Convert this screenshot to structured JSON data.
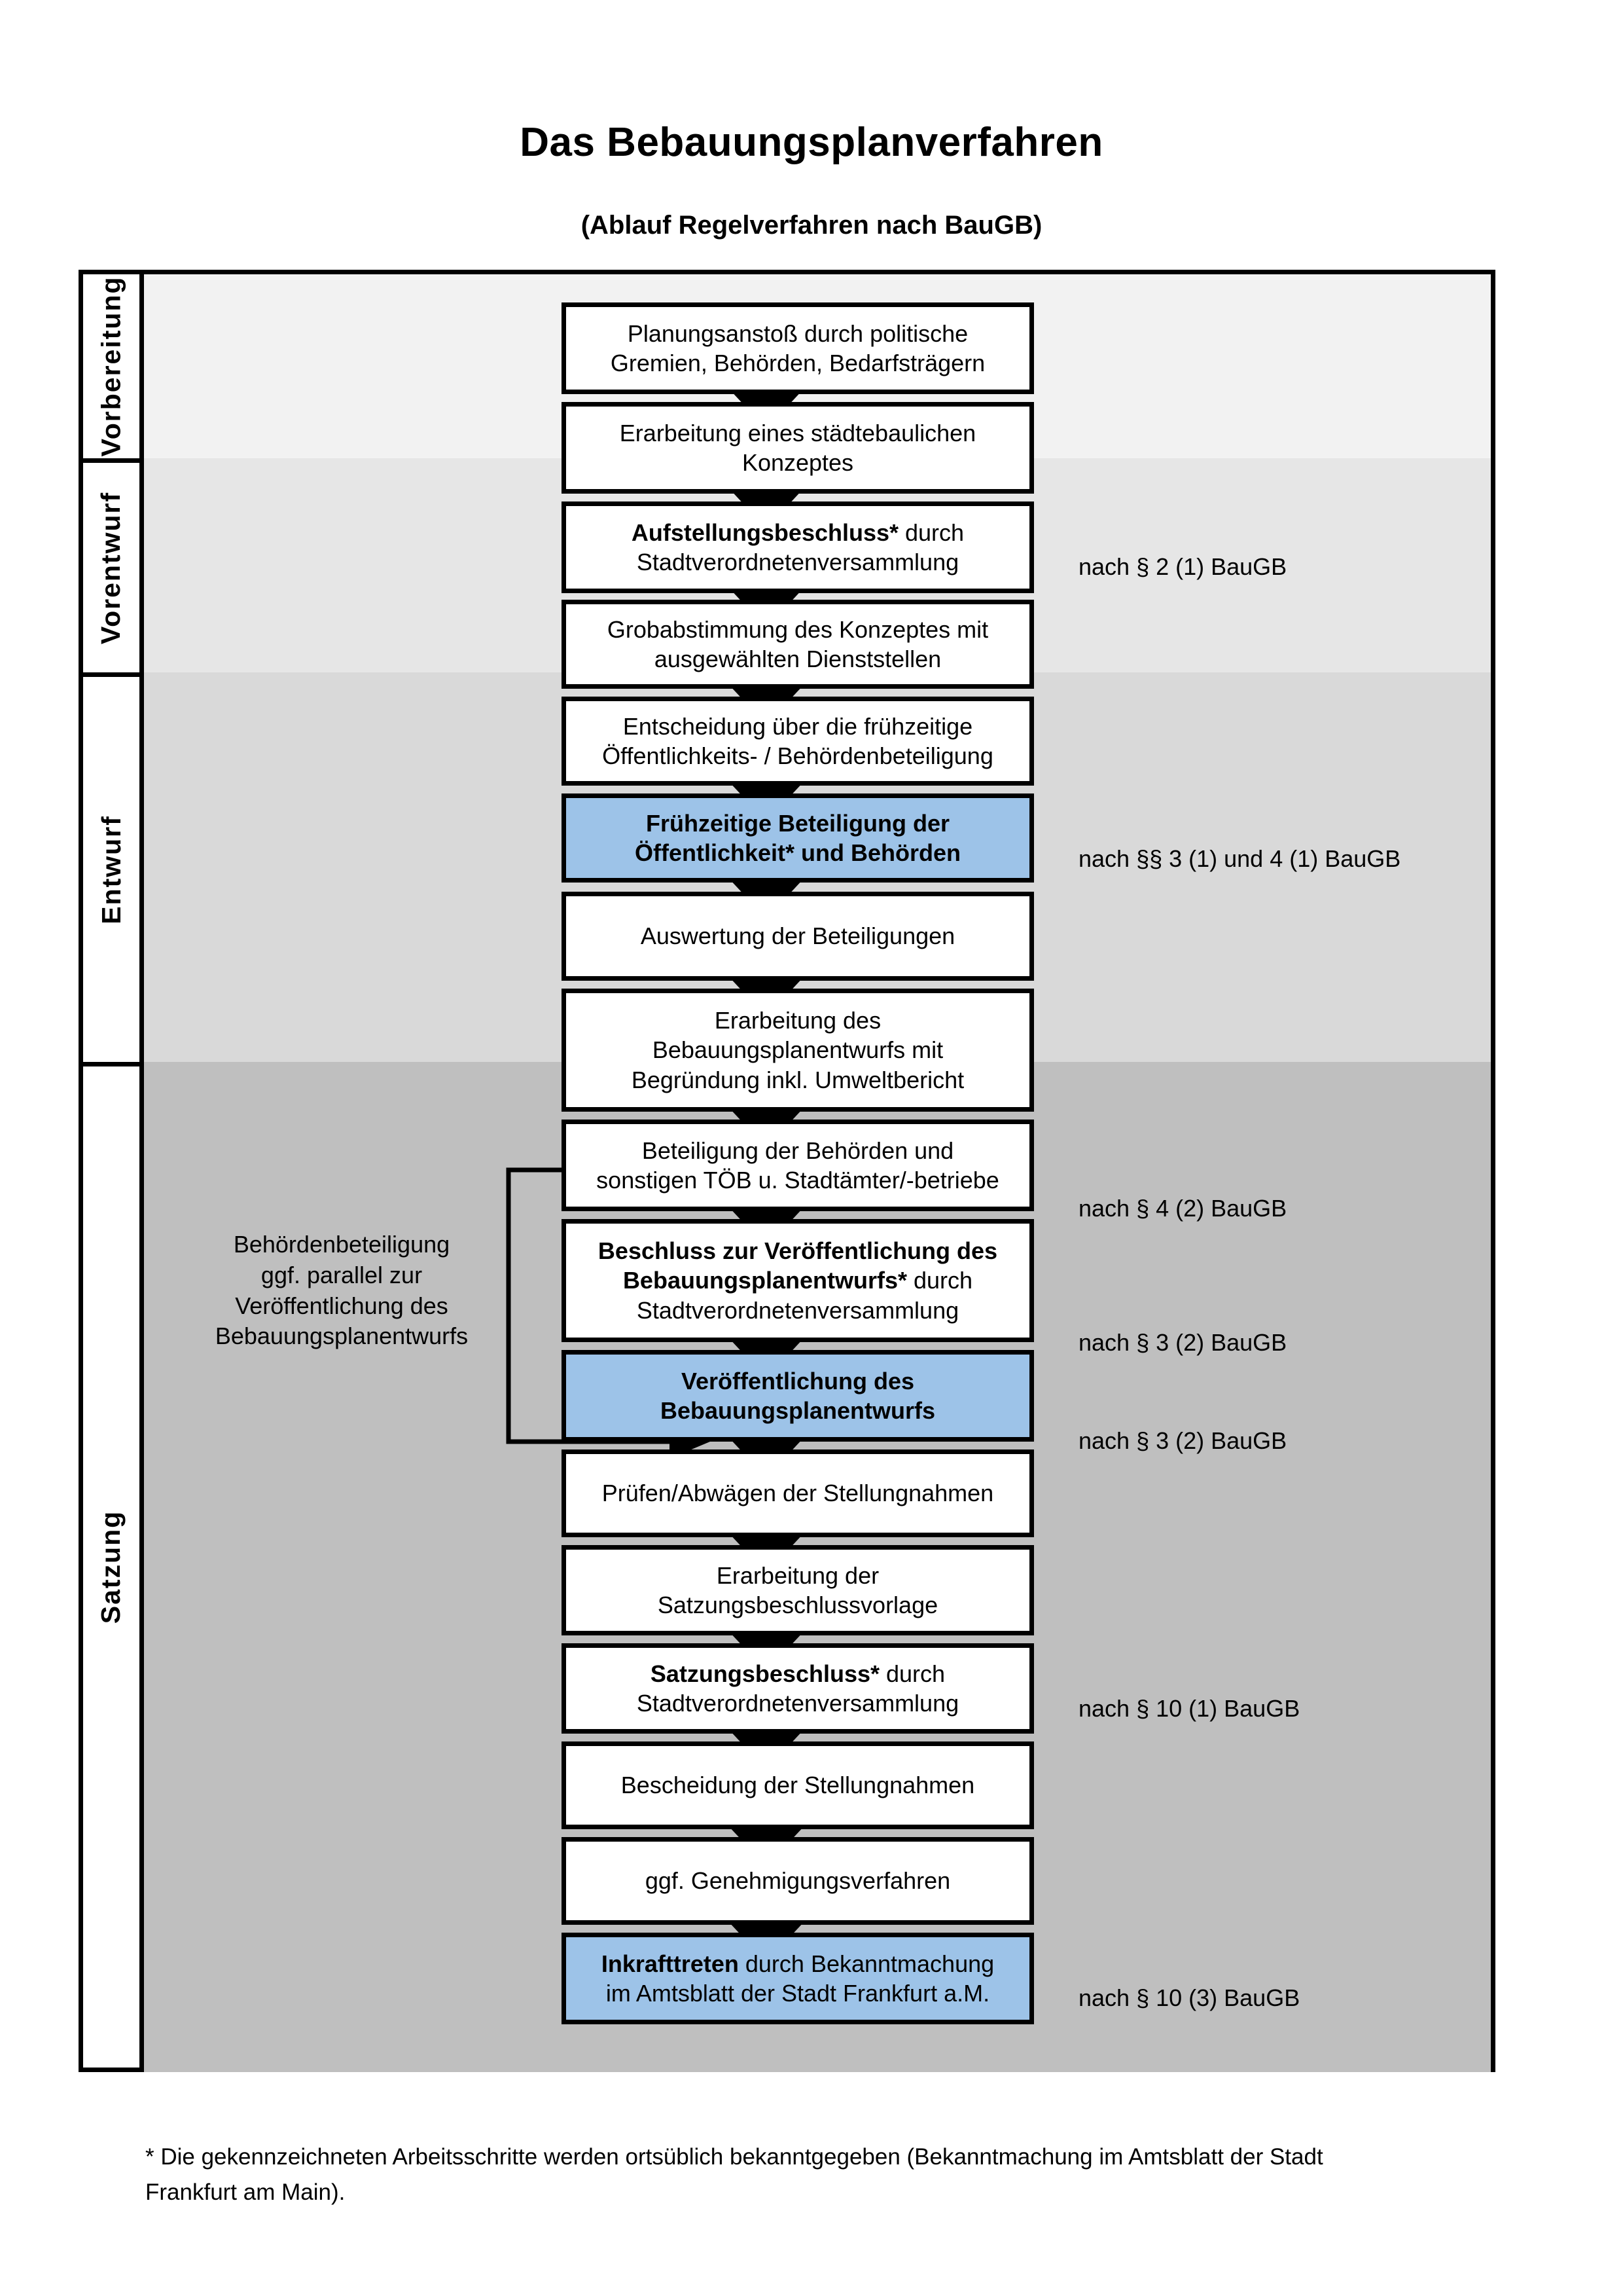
{
  "title": "Das Bebauungsplanverfahren",
  "subtitle": "(Ablauf Regelverfahren nach BauGB)",
  "phases": [
    {
      "label": "Vorbereitung",
      "band_color": "#F2F2F2"
    },
    {
      "label": "Vorentwurf",
      "band_color": "#E6E6E6"
    },
    {
      "label": "Entwurf",
      "band_color": "#D9D9D9"
    },
    {
      "label": "Satzung",
      "band_color": "#BFBFBF"
    }
  ],
  "colors": {
    "highlight_blue": "#9DC3E8",
    "box_border": "#000000",
    "box_fill": "#FFFFFF"
  },
  "steps": [
    {
      "id": "planungsanstoss",
      "phase": "Vorbereitung",
      "highlight": false,
      "lines": [
        {
          "text": "Planungsanstoß durch politische",
          "bold": false
        },
        {
          "text": "Gremien, Behörden, Bedarfsträgern",
          "bold": false
        }
      ]
    },
    {
      "id": "staedtebauliches-konzept",
      "phase": "Vorbereitung",
      "highlight": false,
      "lines": [
        {
          "text": "Erarbeitung eines städtebaulichen",
          "bold": false
        },
        {
          "text": "Konzeptes",
          "bold": false
        }
      ]
    },
    {
      "id": "aufstellungsbeschluss",
      "phase": "Vorbereitung",
      "highlight": false,
      "lines": [
        {
          "text": "Aufstellungsbeschluss*",
          "bold": true,
          "suffix": " durch"
        },
        {
          "text": "Stadtverordnetenversammlung",
          "bold": false
        }
      ]
    },
    {
      "id": "grobabstimmung",
      "phase": "Vorentwurf",
      "highlight": false,
      "lines": [
        {
          "text": "Grobabstimmung des Konzeptes mit",
          "bold": false
        },
        {
          "text": "ausgewählten Dienststellen",
          "bold": false
        }
      ]
    },
    {
      "id": "entscheidung-fruehzeitige-beteiligung",
      "phase": "Vorentwurf",
      "highlight": false,
      "lines": [
        {
          "text": "Entscheidung über die frühzeitige",
          "bold": false
        },
        {
          "text": "Öffentlichkeits- / Behördenbeteiligung",
          "bold": false
        }
      ]
    },
    {
      "id": "fruehzeitige-beteiligung",
      "phase": "Vorentwurf",
      "highlight": true,
      "lines": [
        {
          "text": "Frühzeitige Beteiligung der",
          "bold": true
        },
        {
          "text": "Öffentlichkeit* und Behörden",
          "bold": true
        }
      ]
    },
    {
      "id": "auswertung-beteiligungen",
      "phase": "Entwurf",
      "highlight": false,
      "lines": [
        {
          "text": "Auswertung der Beteiligungen",
          "bold": false
        }
      ]
    },
    {
      "id": "erarbeitung-entwurf",
      "phase": "Entwurf",
      "highlight": false,
      "lines": [
        {
          "text": "Erarbeitung des",
          "bold": false
        },
        {
          "text": "Bebauungsplanentwurfs mit",
          "bold": false
        },
        {
          "text": "Begründung inkl. Umweltbericht",
          "bold": false
        }
      ]
    },
    {
      "id": "beteiligung-behoerden-toeb",
      "phase": "Entwurf",
      "highlight": false,
      "lines": [
        {
          "text": "Beteiligung der Behörden und",
          "bold": false
        },
        {
          "text": "sonstigen TÖB u. Stadtämter/-betriebe",
          "bold": false
        }
      ]
    },
    {
      "id": "beschluss-veroeffentlichung",
      "phase": "Entwurf",
      "highlight": false,
      "lines": [
        {
          "text": "Beschluss zur Veröffentlichung des",
          "bold": true
        },
        {
          "text": "Bebauungsplanentwurfs*",
          "bold": true,
          "suffix": " durch"
        },
        {
          "text": "Stadtverordnetenversammlung",
          "bold": false
        }
      ]
    },
    {
      "id": "veroeffentlichung-entwurf",
      "phase": "Entwurf",
      "highlight": true,
      "lines": [
        {
          "text": "Veröffentlichung des",
          "bold": true
        },
        {
          "text": "Bebauungsplanentwurfs",
          "bold": true
        }
      ]
    },
    {
      "id": "pruefen-abwaegen",
      "phase": "Satzung",
      "highlight": false,
      "lines": [
        {
          "text": "Prüfen/Abwägen der Stellungnahmen",
          "bold": false
        }
      ]
    },
    {
      "id": "erarbeitung-satzungsbeschlussvorlage",
      "phase": "Satzung",
      "highlight": false,
      "lines": [
        {
          "text": "Erarbeitung der",
          "bold": false
        },
        {
          "text": "Satzungsbeschlussvorlage",
          "bold": false
        }
      ]
    },
    {
      "id": "satzungsbeschluss",
      "phase": "Satzung",
      "highlight": false,
      "lines": [
        {
          "text": "Satzungsbeschluss*",
          "bold": true,
          "suffix": " durch"
        },
        {
          "text": "Stadtverordnetenversammlung",
          "bold": false
        }
      ]
    },
    {
      "id": "bescheidung-stellungnahmen",
      "phase": "Satzung",
      "highlight": false,
      "lines": [
        {
          "text": "Bescheidung der Stellungnahmen",
          "bold": false
        }
      ]
    },
    {
      "id": "genehmigungsverfahren",
      "phase": "Satzung",
      "highlight": false,
      "lines": [
        {
          "text": "ggf. Genehmigungsverfahren",
          "bold": false
        }
      ]
    },
    {
      "id": "inkrafttreten",
      "phase": "Satzung",
      "highlight": true,
      "lines": [
        {
          "text": "Inkrafttreten",
          "bold": true,
          "suffix": " durch Bekanntmachung"
        },
        {
          "text": "im Amtsblatt der Stadt Frankfurt a.M.",
          "bold": false
        }
      ]
    }
  ],
  "references": [
    {
      "for": "aufstellungsbeschluss",
      "text": "nach § 2 (1) BauGB"
    },
    {
      "for": "fruehzeitige-beteiligung",
      "text": "nach §§ 3 (1) und 4 (1) BauGB"
    },
    {
      "for": "beteiligung-behoerden-toeb",
      "text": "nach § 4 (2) BauGB"
    },
    {
      "for": "beschluss-veroeffentlichung",
      "text": "nach § 3 (2) BauGB"
    },
    {
      "for": "veroeffentlichung-entwurf",
      "text": "nach § 3 (2) BauGB"
    },
    {
      "for": "satzungsbeschluss",
      "text": "nach § 10 (1) BauGB"
    },
    {
      "for": "inkrafttreten",
      "text": "nach § 10 (3) BauGB"
    }
  ],
  "side_note": {
    "lines": [
      "Behördenbeteiligung",
      "ggf. parallel zur",
      "Veröffentlichung des",
      "Bebauungsplanentwurfs"
    ]
  },
  "footnote": {
    "lines": [
      "* Die gekennzeichneten Arbeitsschritte werden ortsüblich bekanntgegeben (Bekanntmachung im Amtsblatt  der Stadt",
      "Frankfurt am Main)."
    ]
  }
}
